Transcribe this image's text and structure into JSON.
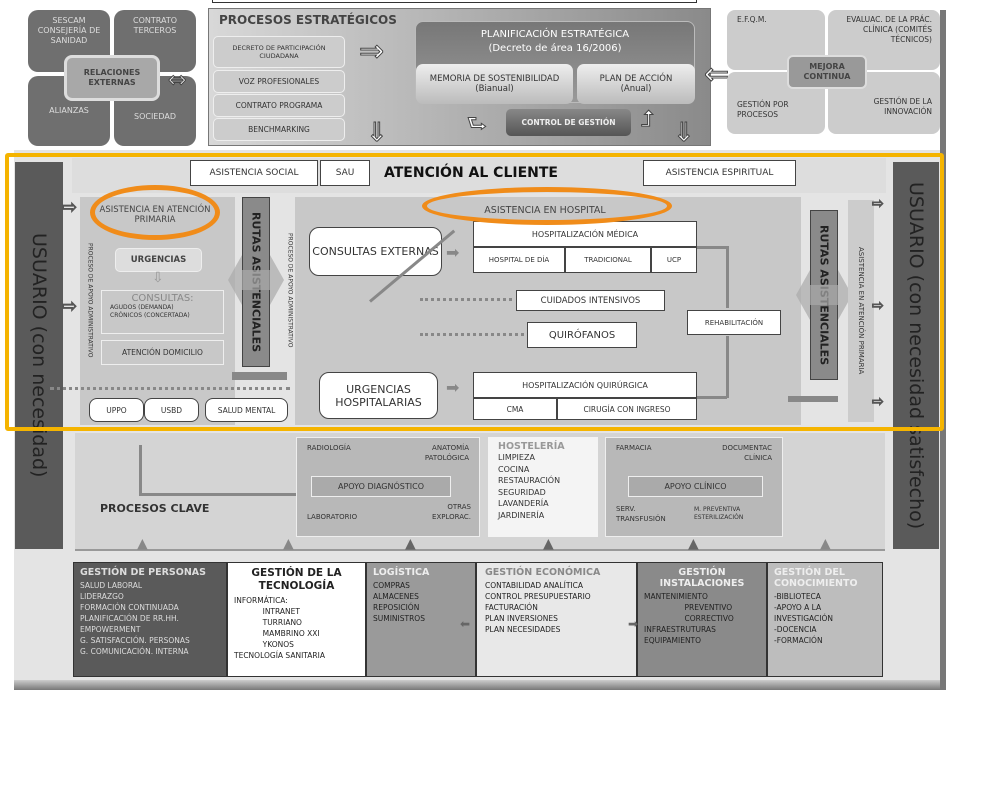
{
  "externas": {
    "q1": "SESCAM CONSEJERÍA DE SANIDAD",
    "q2": "CONTRATO TERCEROS",
    "q3": "ALIANZAS",
    "q4": "SOCIEDAD",
    "center": "RELACIONES EXTERNAS"
  },
  "estrategicos": {
    "title": "PROCESOS ESTRATÉGICOS",
    "items": [
      "DECRETO DE PARTICIPACIÓN CIUDADANA",
      "VOZ PROFESIONALES",
      "CONTRATO PROGRAMA",
      "BENCHMARKING"
    ],
    "plan_title": "PLANIFICACIÓN ESTRATÉGICA",
    "plan_sub": "(Decreto de área 16/2006)",
    "memoria": "MEMORIA DE SOSTENIBILIDAD (Bianual)",
    "plan_accion": "PLAN DE ACCIÓN (Anual)",
    "control": "CONTROL DE GESTIÓN"
  },
  "mejora": {
    "q1": "E.F.Q.M.",
    "q2": "EVALUAC. DE LA PRÁC. CLÍNICA (COMITÉS TÉCNICOS)",
    "q3": "GESTIÓN POR PROCESOS",
    "q4": "GESTIÓN DE LA INNOVACIÓN",
    "center": "MEJORA CONTINUA"
  },
  "atencion": {
    "social": "ASISTENCIA SOCIAL",
    "sau": "SAU",
    "title": "ATENCIÓN AL CLIENTE",
    "espiritual": "ASISTENCIA ESPIRITUAL"
  },
  "usuario": {
    "left": "USUARIO (con necesidad)",
    "right": "USUARIO (con necesidad satisfecho)"
  },
  "primaria": {
    "title": "ASISTENCIA EN ATENCIÓN PRIMARIA",
    "apoyo": "PROCESO DE APOYO ADMINISTRATIVO",
    "urgencias": "URGENCIAS",
    "consultas": "CONSULTAS:",
    "agudos": "AGUDOS (DEMANDA)",
    "cronicos": "CRÓNICOS (CONCERTADA)",
    "domicilio": "ATENCIÓN DOMICILIO",
    "uppo": "UPPO",
    "usbd": "USBD",
    "salud_mental": "SALUD MENTAL"
  },
  "rutas": "RUTAS ASISTENCIALES",
  "hospital": {
    "apoyo": "PROCESO DE APOYO ADMINISTRATIVO",
    "title": "ASISTENCIA EN HOSPITAL",
    "consultas": "CONSULTAS EXTERNAS",
    "urgencias": "URGENCIAS HOSPITALARIAS",
    "hosp_medica": "HOSPITALIZACIÓN MÉDICA",
    "dia": "HOSPITAL DE DÍA",
    "tradicional": "TRADICIONAL",
    "ucp": "UCP",
    "intensivos": "CUIDADOS INTENSIVOS",
    "quirofanos": "QUIRÓFANOS",
    "rehab": "REHABILITACIÓN",
    "hosp_quir": "HOSPITALIZACIÓN QUIRÚRGICA",
    "cma": "CMA",
    "cirugia": "CIRUGÍA CON INGRESO",
    "primaria_right": "ASISTENCIA EN ATENCIÓN PRIMARIA"
  },
  "clave": {
    "title": "PROCESOS CLAVE",
    "radiologia": "RADIOLOGÍA",
    "anatomia": "ANATOMÍA PATOLÓGICA",
    "diag": "APOYO DIAGNÓSTICO",
    "laboratorio": "LABORATORIO",
    "otras": "OTRAS EXPLORAC.",
    "hosteleria": "HOSTELERÍA",
    "host_items": "LIMPIEZA\nCOCINA\nRESTAURACIÓN\nSEGURIDAD\nLAVANDERÍA\nJARDINERÍA",
    "farmacia": "FARMACIA",
    "documentac": "DOCUMENTAC CLÍNICA",
    "clinico": "APOYO CLÍNICO",
    "transfusion": "SERV. TRANSFUSIÓN",
    "preventiva": "M. PREVENTIVA ESTERILIZACIÓN"
  },
  "soporte": [
    {
      "title": "GESTIÓN DE PERSONAS",
      "body": "SALUD LABORAL\nLIDERAZGO\nFORMACIÓN CONTINUADA\nPLANIFICACIÓN DE RR.HH.\nEMPOWERMENT\nG. SATISFACCIÓN. PERSONAS\nG. COMUNICACIÓN. INTERNA"
    },
    {
      "title": "GESTIÓN DE LA TECNOLOGÍA",
      "body": "INFORMÁTICA:\n            INTRANET\n            TURRIANO\n            MAMBRINO XXI\n            YKONOS\nTECNOLOGÍA SANITARIA"
    },
    {
      "title": "LOGÍSTICA",
      "body": "COMPRAS\nALMACENES\nREPOSICIÓN\nSUMINISTROS"
    },
    {
      "title": "GESTIÓN ECONÓMICA",
      "body": "CONTABILIDAD ANALÍTICA\nCONTROL PRESUPUESTARIO\nFACTURACIÓN\nPLAN INVERSIONES\nPLAN NECESIDADES"
    },
    {
      "title": "GESTIÓN INSTALACIONES",
      "body": "MANTENIMIENTO\n                 PREVENTIVO\n                 CORRECTIVO\nINFRAESTRUTURAS\nEQUIPAMIENTO"
    },
    {
      "title": "GESTIÓN DEL CONOCIMIENTO",
      "body": "-BIBLIOTECA\n-APOYO A LA INVESTIGACIÓN\n-DOCENCIA\n-FORMACIÓN"
    }
  ],
  "colors": {
    "highlight": "#f5b400",
    "ellipse": "#f08c1a",
    "dark": "#5a5a5a"
  }
}
